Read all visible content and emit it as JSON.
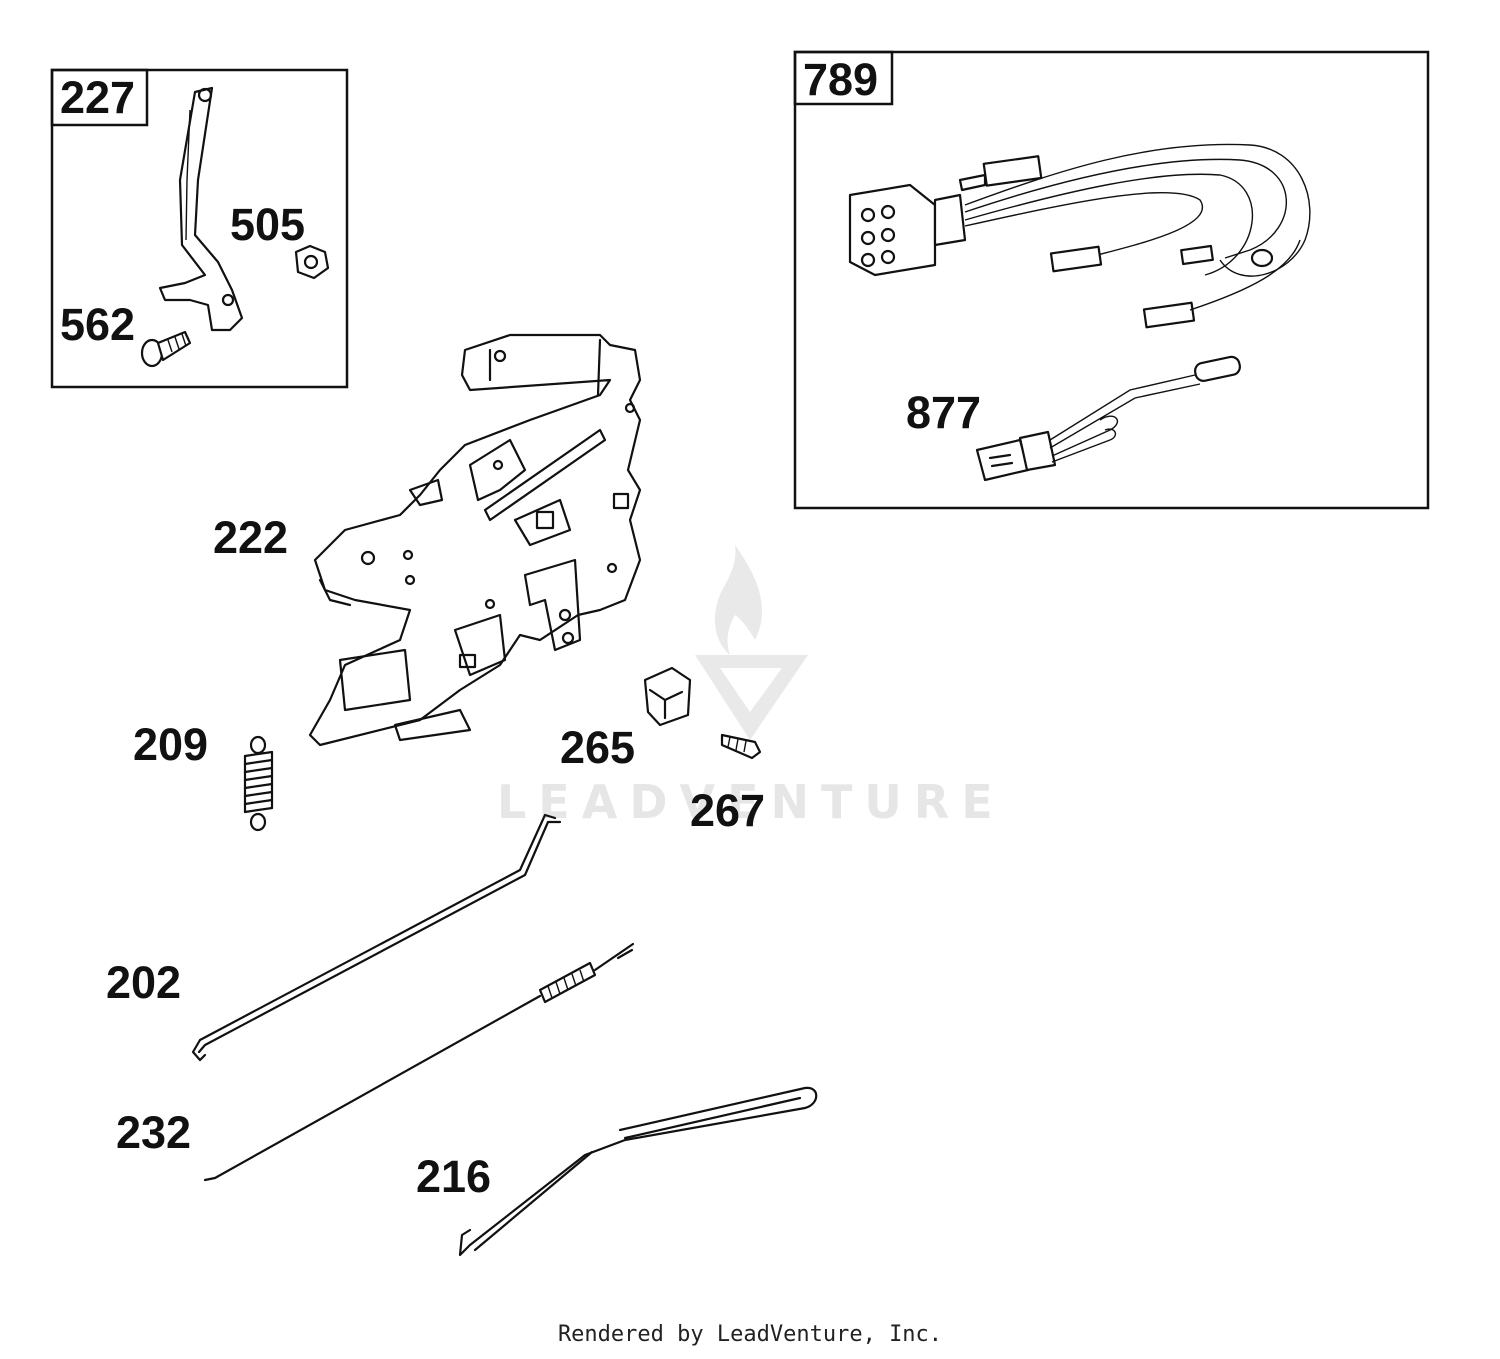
{
  "callouts": {
    "c227": "227",
    "c505": "505",
    "c562": "562",
    "c222": "222",
    "c209": "209",
    "c265": "265",
    "c267": "267",
    "c202": "202",
    "c232": "232",
    "c216": "216",
    "c789": "789",
    "c877": "877"
  },
  "watermark": {
    "text": "LEADVENTURE"
  },
  "footer": {
    "text": "Rendered by LeadVenture, Inc."
  },
  "colors": {
    "line": "#111111",
    "watermark": "#e6e6e6",
    "background": "#ffffff"
  }
}
